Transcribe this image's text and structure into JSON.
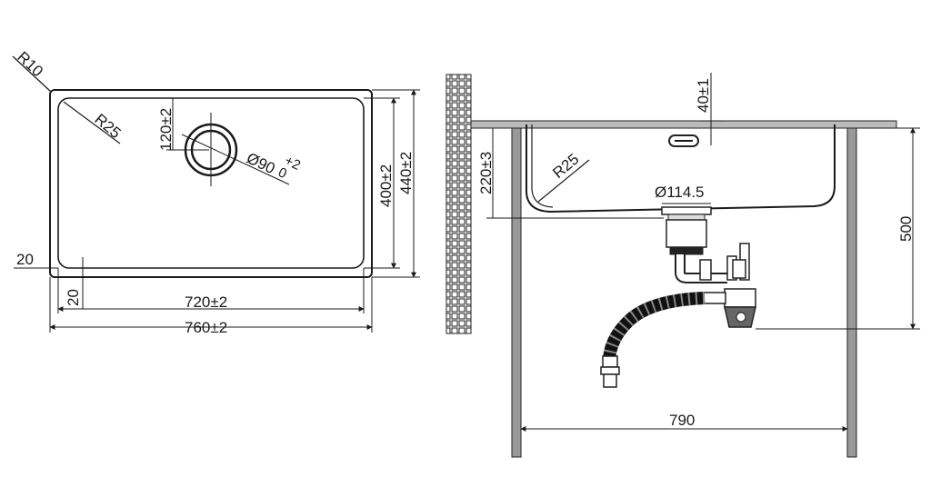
{
  "top_view": {
    "corner_radius_outer": "R10",
    "corner_radius_inner": "R25",
    "drain_offset": "120±2",
    "drain_diameter": "Ø90",
    "drain_tol_upper": "+2",
    "drain_tol_lower": "0",
    "inner_depth": "400±2",
    "outer_depth": "440±2",
    "rim_left": "20",
    "rim_bottom": "20",
    "inner_width": "720±2",
    "outer_width": "760±2"
  },
  "side_view": {
    "overflow_height": "40±1",
    "bowl_depth": "220±3",
    "bowl_radius": "R25",
    "waste_diameter": "Ø114.5",
    "cabinet_height": "500",
    "cabinet_width": "790"
  }
}
